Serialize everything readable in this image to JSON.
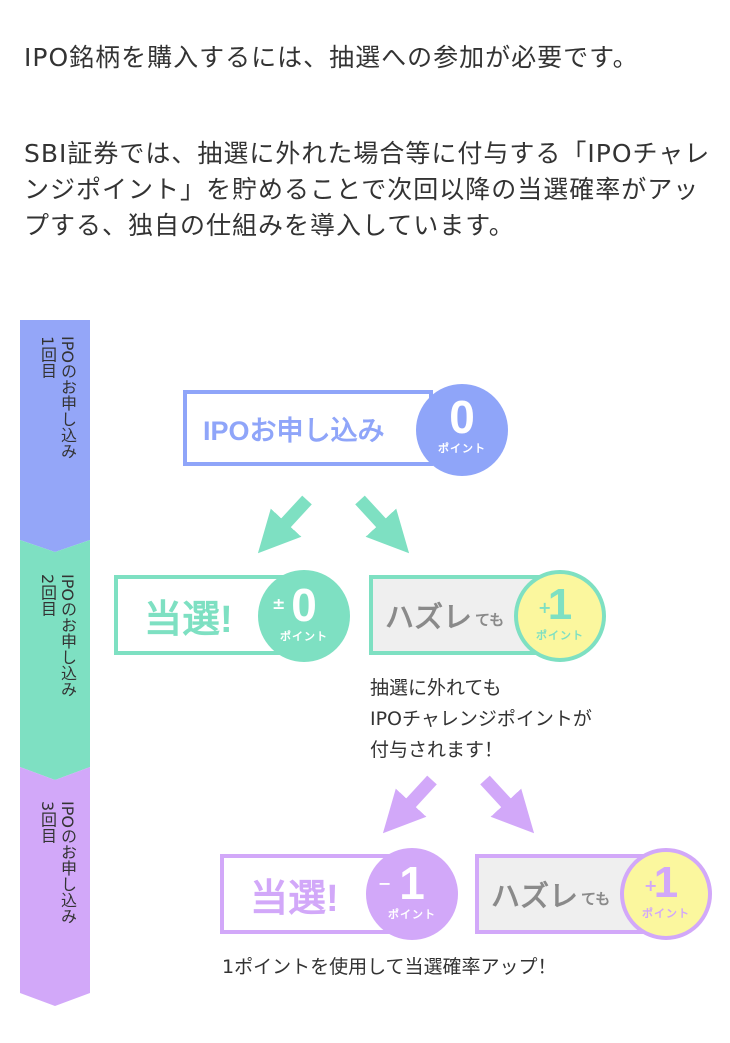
{
  "intro": {
    "p1": "IPO銘柄を購入するには、抽選への参加が必要です。",
    "p2": "SBI証券では、抽選に外れた場合等に付与する「IPOチャレンジポイント」を貯めることで次回以降の当選確率がアップする、独自の仕組みを導入しています。"
  },
  "steps": [
    {
      "number": "1回目",
      "label": "IPOのお申し込み",
      "color": "#94a6f8"
    },
    {
      "number": "2回目",
      "label": "IPOのお申し込み",
      "color": "#7ee0c2"
    },
    {
      "number": "3回目",
      "label": "IPOのお申し込み",
      "color": "#d2a8f9"
    }
  ],
  "flow": {
    "apply": {
      "label": "IPOお申し込み",
      "points": "0",
      "unit": "ポイント",
      "color": "#8fa5f9"
    },
    "round2_win": {
      "label": "当選!",
      "sign": "±",
      "points": "0",
      "unit": "ポイント",
      "color": "#7ee0c2"
    },
    "round2_lose": {
      "label": "ハズレ",
      "suffix": "ても",
      "sign": "+",
      "points": "1",
      "unit": "ポイント",
      "color": "#7ee0c2",
      "circle_color": "#fbf79e"
    },
    "round2_note": [
      "抽選に外れても",
      "IPOチャレンジポイントが",
      "付与されます！"
    ],
    "round3_win": {
      "label": "当選!",
      "sign": "−",
      "points": "1",
      "unit": "ポイント",
      "color": "#d2a8f9"
    },
    "round3_lose": {
      "label": "ハズレ",
      "suffix": "ても",
      "sign": "+",
      "points": "1",
      "unit": "ポイント",
      "color": "#d2a8f9",
      "circle_color": "#fbf79e"
    },
    "round3_note": "1ポイントを使用して当選確率アップ！"
  },
  "colors": {
    "blue": "#94a6f8",
    "green": "#7ee0c2",
    "purple": "#d2a8f9",
    "yellow": "#fbf79e",
    "gray_box": "#efefef",
    "gray_text": "#8a8a8a"
  }
}
